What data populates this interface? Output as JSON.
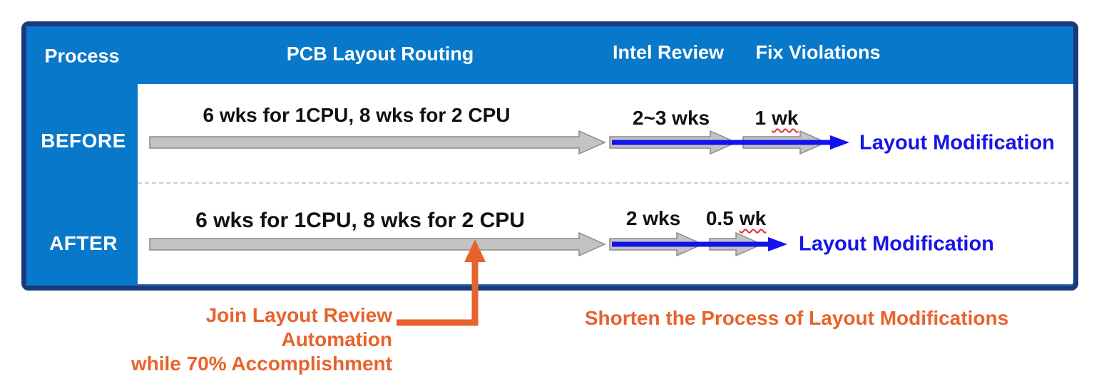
{
  "colors": {
    "frame_border": "#1b3a7a",
    "panel_blue": "#0878ca",
    "arrow_gray": "#c3c3c3",
    "arrow_gray_border": "#8a8a8a",
    "flow_blue": "#1212ee",
    "outcome_text_blue": "#1515e8",
    "accent_orange": "#e8622c",
    "spellcheck_red": "#e03030"
  },
  "header": {
    "process": "Process",
    "pcb_layout_routing": "PCB Layout Routing",
    "intel_review": "Intel Review",
    "fix_violations": "Fix Violations"
  },
  "rows": [
    {
      "label": "BEFORE",
      "routing_duration": "6 wks for 1CPU, 8 wks for 2 CPU",
      "review_duration": "2~3 wks",
      "fix_duration_value": "1",
      "fix_duration_unit": "wk",
      "outcome": "Layout Modification"
    },
    {
      "label": "AFTER",
      "routing_duration": "6 wks for 1CPU, 8 wks for 2 CPU",
      "review_duration": "2 wks",
      "fix_duration_value": "0.5",
      "fix_duration_unit": "wk",
      "outcome": "Layout Modification"
    }
  ],
  "annotations": {
    "join_automation_line1": "Join Layout Review Automation",
    "join_automation_line2": "while 70% Accomplishment",
    "shorten_process": "Shorten the Process of Layout Modifications"
  }
}
